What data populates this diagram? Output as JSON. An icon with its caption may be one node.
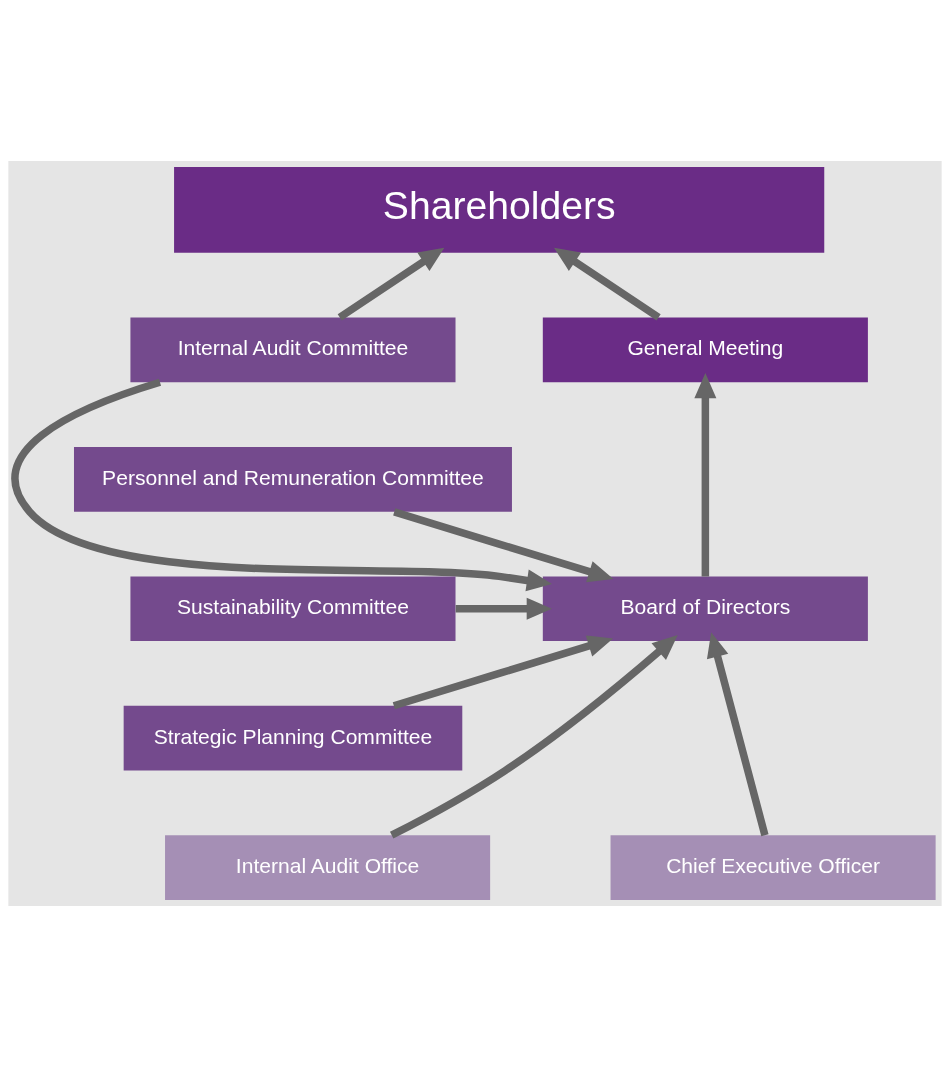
{
  "diagram": {
    "nodes": [
      {
        "text": [
          "Shareholders"
        ]
      },
      {
        "text": [
          "General Meeting"
        ]
      },
      {
        "text": [
          "Internal Audit Committee"
        ]
      },
      {
        "text": [
          "Personnel and Remuneration Committee"
        ]
      },
      {
        "text": [
          "Board of Directors"
        ]
      },
      {
        "text": [
          "Sustainability Committee"
        ]
      },
      {
        "text": [
          "Strategic Planning Committee"
        ]
      },
      {
        "text": [
          "Chief Executive Officer"
        ]
      },
      {
        "text": [
          "Internal Audit Office"
        ]
      }
    ],
    "edges": [
      {
        "from": 1,
        "to": 0,
        "arrow": "to"
      },
      {
        "from": 2,
        "to": 0,
        "arrow": "to"
      },
      {
        "from": 4,
        "to": 1,
        "arrow": "to"
      },
      {
        "from": 2,
        "to": 4,
        "arrow": "to"
      },
      {
        "from": 3,
        "to": 4,
        "arrow": "to"
      },
      {
        "from": 5,
        "to": 4,
        "arrow": "to"
      },
      {
        "from": 6,
        "to": 4,
        "arrow": "to"
      },
      {
        "from": 7,
        "to": 4,
        "arrow": "to"
      },
      {
        "from": 8,
        "to": 4,
        "arrow": "to"
      }
    ]
  }
}
